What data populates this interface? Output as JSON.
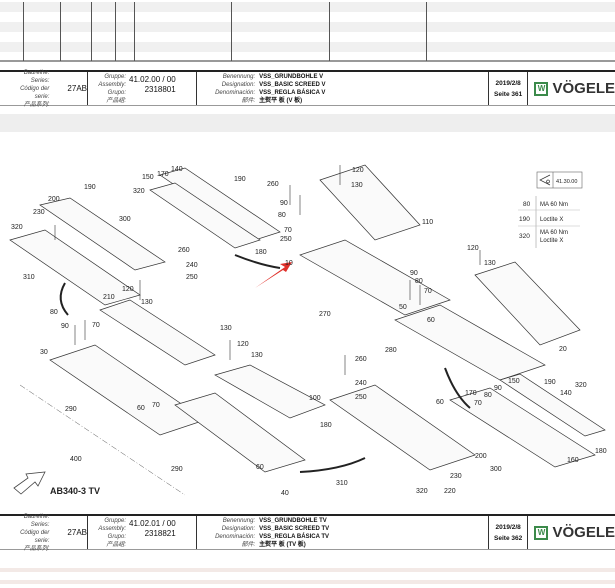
{
  "header1": {
    "baureihe_labels": [
      "Baureihe:",
      "Series:",
      "Código der serie:",
      "产品系列:"
    ],
    "series": "27AB",
    "gruppe_labels": [
      "Gruppe:",
      "Assembly:",
      "Grupo:",
      "产品组:"
    ],
    "assembly": "41.02.00 / 00",
    "grupo": "2318801",
    "name_labels": [
      "Benennung:",
      "Designation:",
      "Denominación:",
      "部件:"
    ],
    "names": [
      "VSS_GRUNDBOHLE V",
      "VSS_BASIC SCREED V",
      "VSS_REGLA BÁSICA V",
      "主熨平 板 (V 板)"
    ],
    "date": "2019/2/8",
    "page": "Seite 361",
    "brand": "VÖGELE",
    "brand_mark": "W"
  },
  "header2": {
    "baureihe_labels": [
      "Baureihe:",
      "Series:",
      "Código der serie:",
      "产品系列:"
    ],
    "series": "27AB",
    "gruppe_labels": [
      "Gruppe:",
      "Assembly:",
      "Grupo:",
      "产品组:"
    ],
    "assembly": "41.02.01 / 00",
    "grupo": "2318821",
    "name_labels": [
      "Benennung:",
      "Designation:",
      "Denominación:",
      "部件:"
    ],
    "names": [
      "VSS_GRUNDBOHLE TV",
      "VSS_BASIC SCREED TV",
      "VSS_REGLA BÁSICA TV",
      "主熨平 板 (TV 板)"
    ],
    "date": "2019/2/8",
    "page": "Seite 362",
    "brand": "VÖGELE",
    "brand_mark": "W"
  },
  "legend": {
    "ref": "41.30.00",
    "rows": [
      {
        "pos": "80",
        "text": "MA 60 Nm"
      },
      {
        "pos": "190",
        "text": "Loctite X"
      },
      {
        "pos": "320",
        "text": "MA 60 Nm",
        "text2": "Loctite X"
      }
    ]
  },
  "diagram": {
    "view_label": "AB340-3 TV",
    "callouts": [
      "190",
      "140",
      "150",
      "170",
      "190",
      "200",
      "230",
      "320",
      "300",
      "320",
      "260",
      "240",
      "250",
      "310",
      "120",
      "210",
      "130",
      "80",
      "70",
      "90",
      "130",
      "120",
      "130",
      "30",
      "290",
      "60",
      "70",
      "400",
      "120",
      "130",
      "260",
      "90",
      "80",
      "70",
      "250",
      "180",
      "10",
      "110",
      "270",
      "50",
      "70",
      "80",
      "90",
      "60",
      "280",
      "120",
      "130",
      "20",
      "260",
      "240",
      "250",
      "100",
      "180",
      "60",
      "40",
      "290",
      "310",
      "200",
      "300",
      "220",
      "230",
      "320",
      "170",
      "150",
      "190",
      "140",
      "320",
      "60",
      "70",
      "80",
      "90",
      "160",
      "180"
    ]
  }
}
